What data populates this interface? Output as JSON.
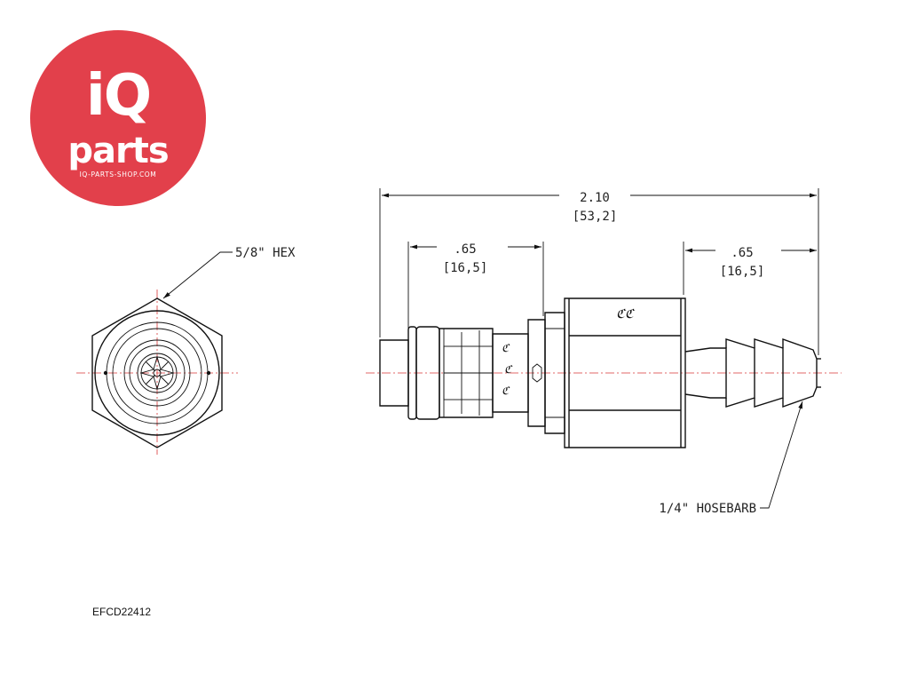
{
  "logo": {
    "brand_top": "iQ",
    "brand_bottom": "parts",
    "url": "IQ-PARTS-SHOP.COM",
    "color": "#e2404b"
  },
  "labels": {
    "hex": "5/8\" HEX",
    "hosebarb": "1/4\" HOSEBARB",
    "overall_in": "2.10",
    "overall_mm": "[53,2]",
    "left_in": ".65",
    "left_mm": "[16,5]",
    "right_in": ".65",
    "right_mm": "[16,5]"
  },
  "part_code": "EFCD22412",
  "colors": {
    "centerline": "#d93636",
    "lines": "#111111"
  }
}
